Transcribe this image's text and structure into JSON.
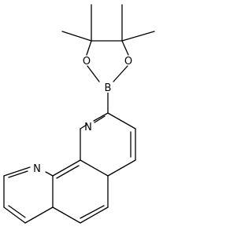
{
  "structure": {
    "atom_labels": {
      "o_left": "O",
      "o_right": "O",
      "boron": "B",
      "n_ring_a": "N",
      "n_ring_b": "N"
    }
  },
  "colors": {
    "bond": "#000000",
    "background": "#ffffff"
  }
}
